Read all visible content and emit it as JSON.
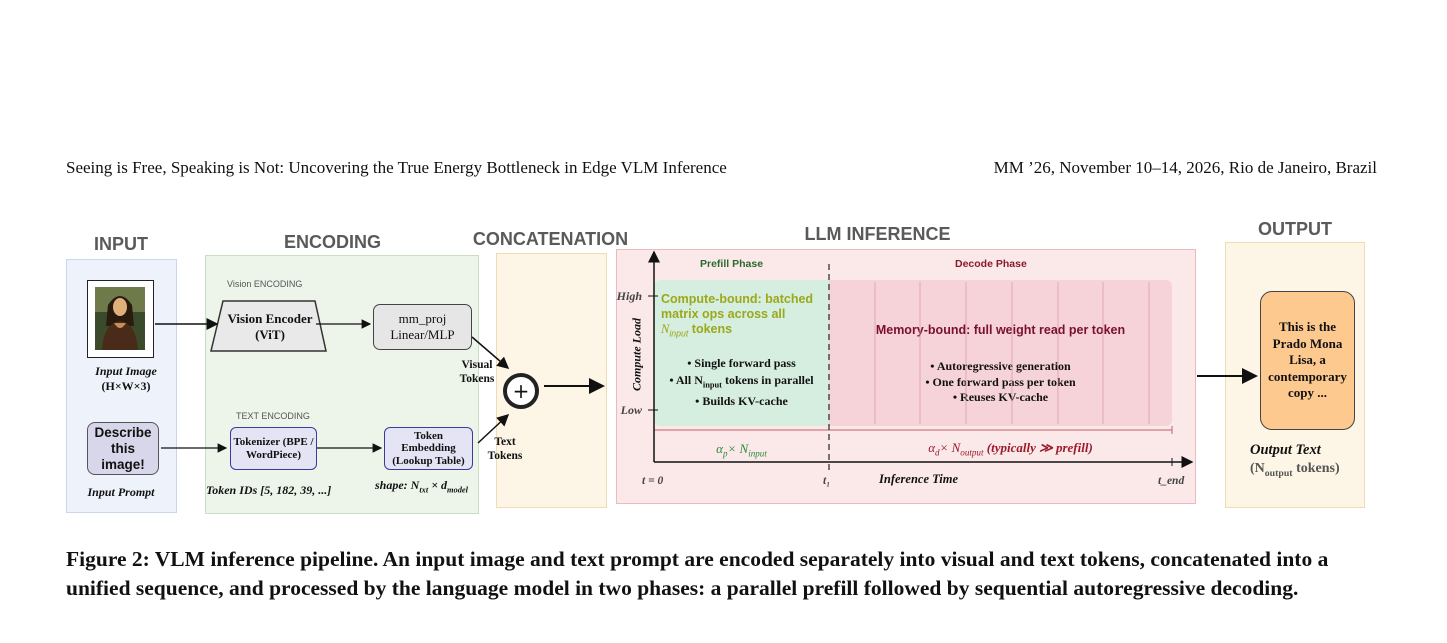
{
  "header": {
    "left": "Seeing is Free, Speaking is Not: Uncovering the True Energy Bottleneck in Edge VLM Inference",
    "right": "MM ’26, November 10–14, 2026, Rio de Janeiro, Brazil"
  },
  "sections": {
    "input": "INPUT",
    "encoding": "ENCODING",
    "concatenation": "CONCATENATION",
    "llm": "LLM INFERENCE",
    "output": "OUTPUT"
  },
  "input": {
    "image_label": "Input Image",
    "image_dims": "(H×W×3)",
    "prompt_text": "Describe this image!",
    "prompt_label": "Input Prompt"
  },
  "encoding": {
    "vision_label": "Vision ENCODING",
    "vision_encoder": "Vision Encoder (ViT)",
    "mm_proj_1": "mm_proj",
    "mm_proj_2": "Linear/MLP",
    "text_label": "TEXT ENCODING",
    "tokenizer": "Tokenizer (BPE / WordPiece)",
    "token_embedding": "Token Embedding (Lookup Table)",
    "token_ids": "Token IDs [5, 182, 39, ...]",
    "shape_prefix": "shape: N",
    "shape_txt_sub": "txt",
    "shape_mid": " × d",
    "shape_model_sub": "model"
  },
  "concat": {
    "visual_tokens_1": "Visual",
    "visual_tokens_2": "Tokens",
    "text_tokens_1": "Text",
    "text_tokens_2": "Tokens",
    "plus": "+"
  },
  "llm": {
    "prefill_title": "Prefill Phase",
    "decode_title": "Decode Phase",
    "y_axis": "Compute Load",
    "high": "High",
    "low": "Low",
    "prefill_desc_1": "Compute-bound: batched",
    "prefill_desc_2": "matrix ops across all",
    "prefill_desc_n": "N",
    "prefill_desc_n_sub": "input",
    "prefill_desc_3": " tokens",
    "prefill_b1": "• Single forward pass",
    "prefill_b2_a": "• All N",
    "prefill_b2_sub": "input",
    "prefill_b2_b": " tokens in parallel",
    "prefill_b3": "• Builds KV-cache",
    "decode_desc": "Memory-bound: full weight read per token",
    "decode_b1": "• Autoregressive generation",
    "decode_b2": "• One forward pass per token",
    "decode_b3": "• Reuses KV-cache",
    "prefill_formula_a": "α",
    "prefill_formula_a_sub": "p",
    "prefill_formula_b": "× N",
    "prefill_formula_b_sub": "input",
    "decode_formula_a": "α",
    "decode_formula_a_sub": "d",
    "decode_formula_b": "× N",
    "decode_formula_b_sub": "output",
    "decode_formula_c": " (typically ≫ prefill)",
    "t0": "t = 0",
    "t1": "t₁",
    "tend": "t_end",
    "x_axis": "Inference Time"
  },
  "output": {
    "text": "This is the Prado Mona Lisa, a contemporary copy ...",
    "label": "Output Text",
    "count_a": "(N",
    "count_sub": "output",
    "count_b": " tokens)"
  },
  "caption": "Figure 2: VLM inference pipeline. An input image and text prompt are encoded separately into visual and text tokens, concatenated into a unified sequence, and processed by the language model in two phases: a parallel prefill followed by sequential autoregressive decoding.",
  "colors": {
    "input_bg": "#eef3fb",
    "encoding_bg": "#edf4ea",
    "concat_bg": "#fdf6e6",
    "llm_bg": "#fbe9ea",
    "output_bg": "#fdf6e6",
    "prefill_fill": "#d6eedf",
    "decode_fill": "#f5d3d8",
    "prompt_box": "#d8d6ea",
    "output_box": "#fdc98f",
    "prefill_text": "#9aa81a",
    "decode_text": "#7a1030"
  }
}
